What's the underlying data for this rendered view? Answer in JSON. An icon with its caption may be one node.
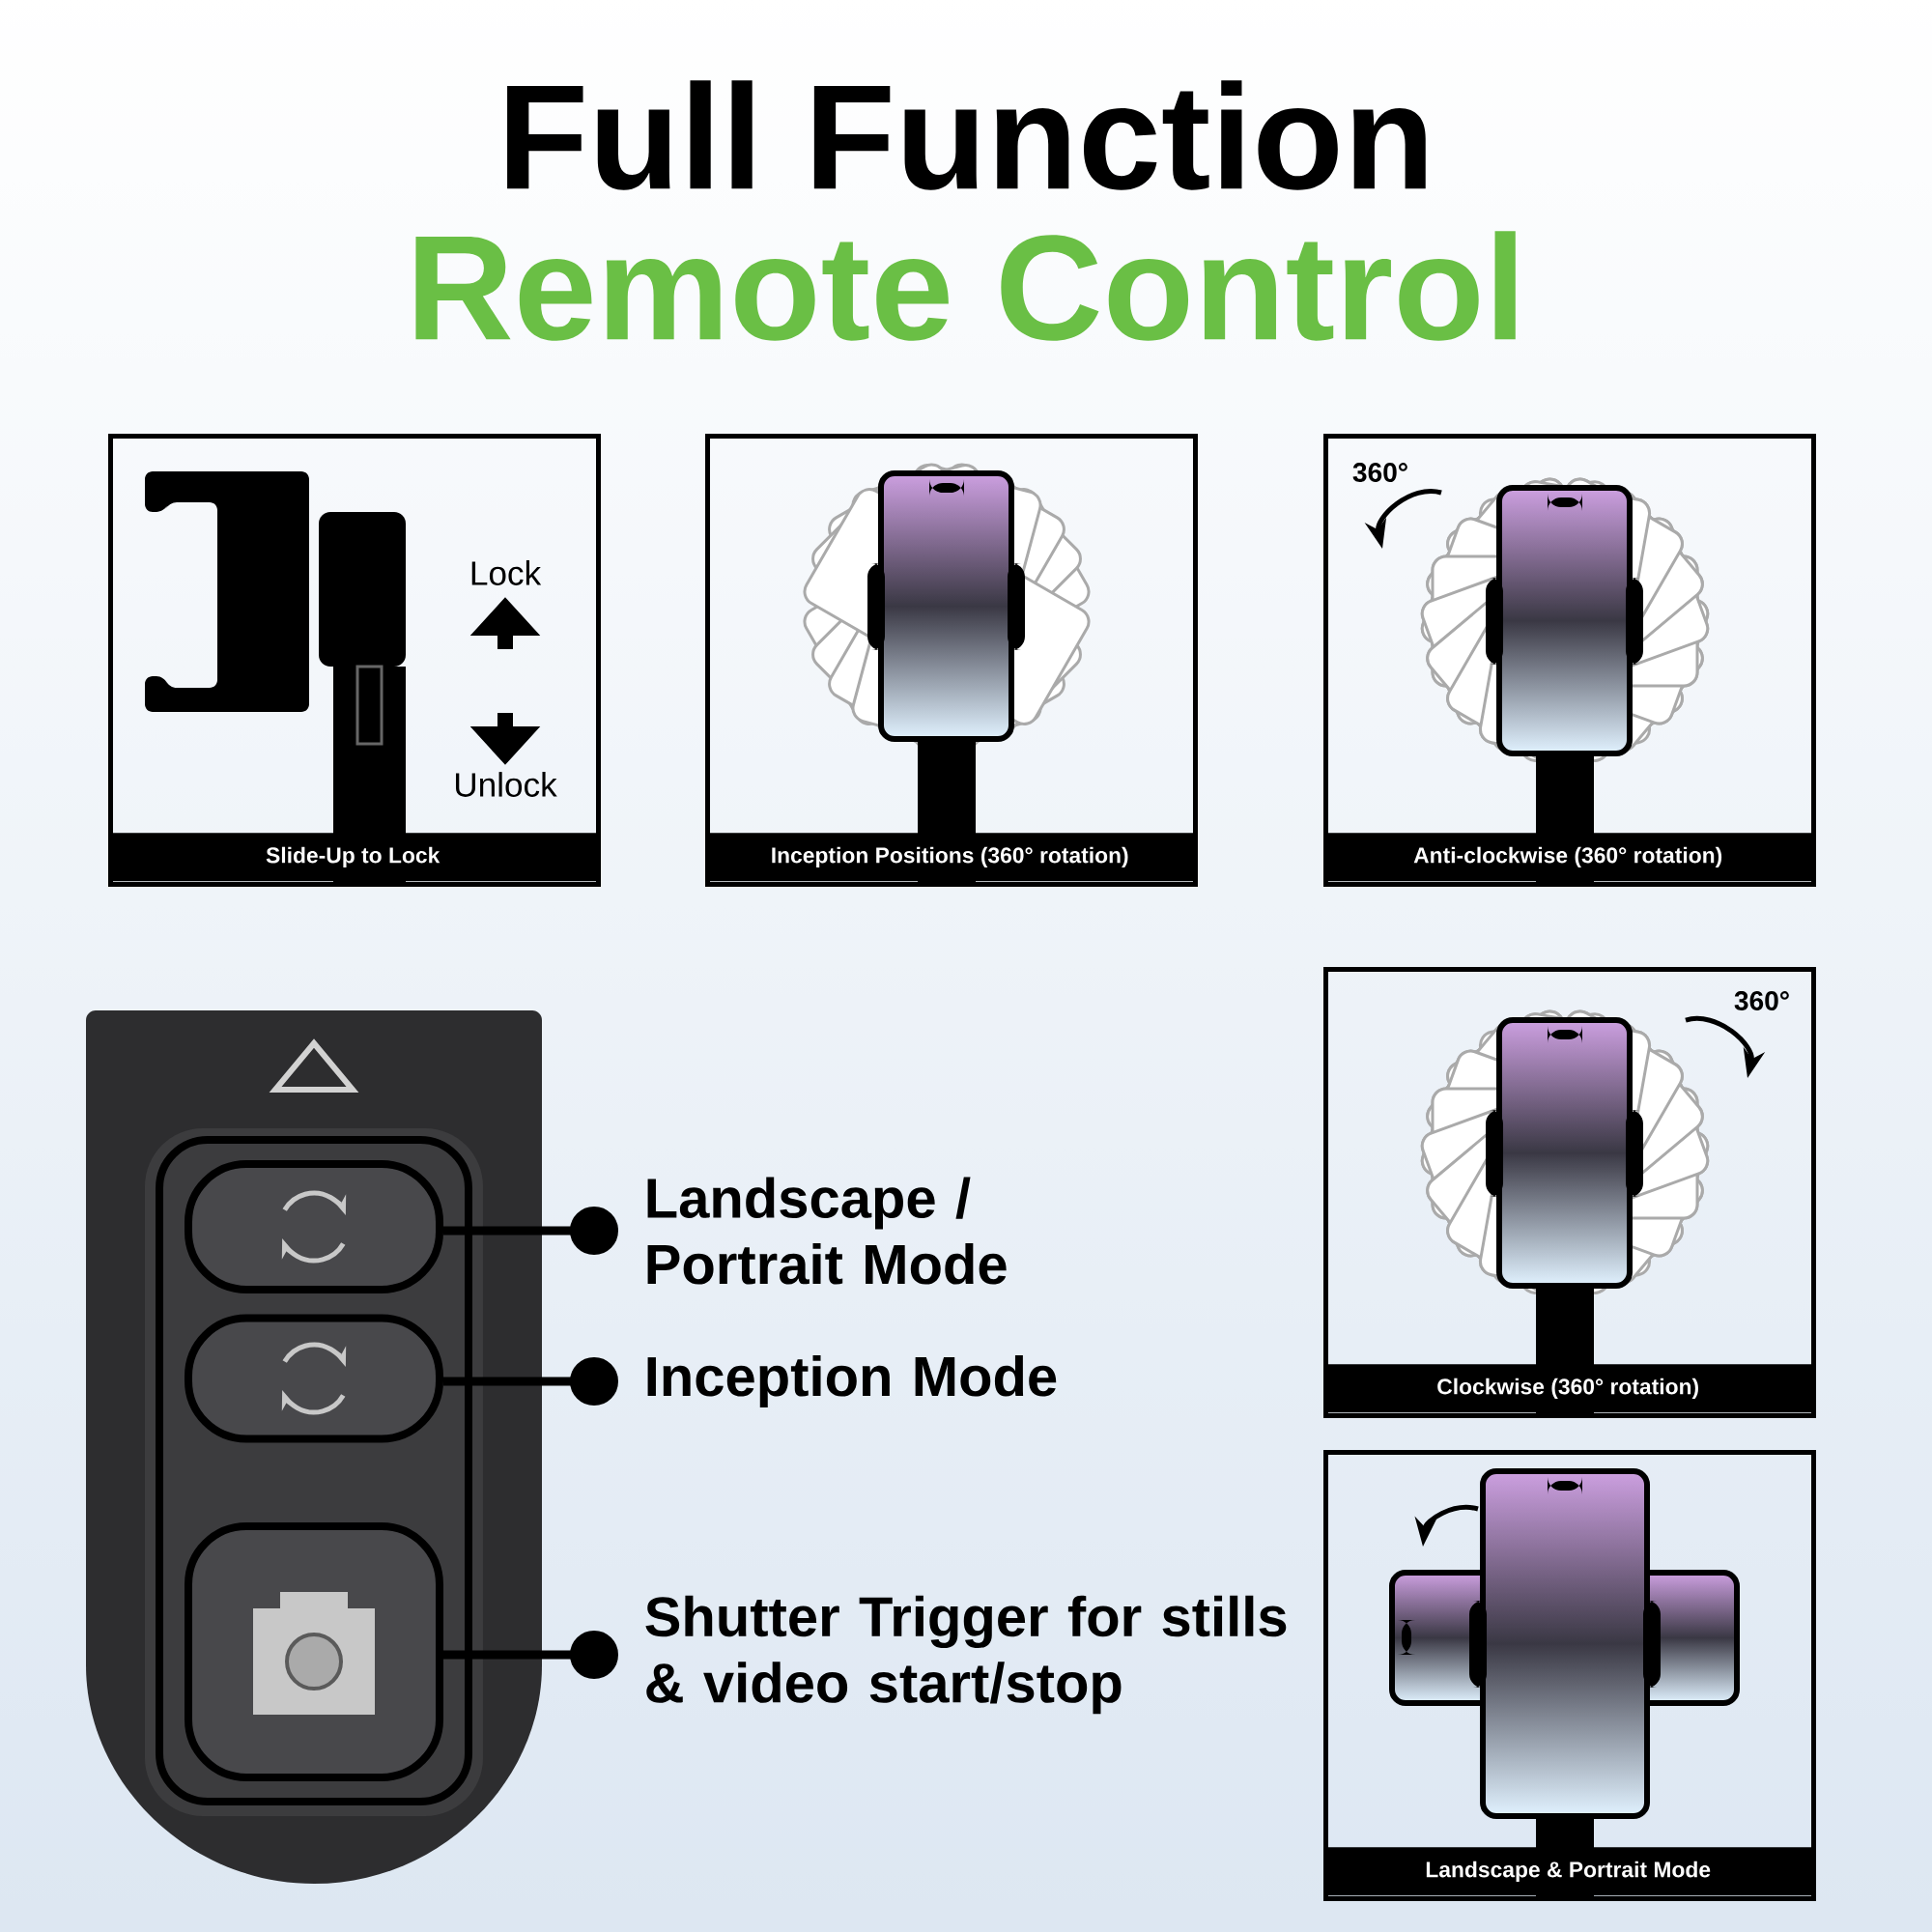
{
  "diagram": {
    "title": "Full Function",
    "nodes": [
      {
        "text": [
          "Slide-Up to Lock"
        ]
      },
      {
        "text": [
          "Inception Positions (360° rotation)"
        ]
      },
      {
        "text": [
          "Anti-clockwise (360° rotation)"
        ]
      },
      {
        "text": [
          "Clockwise (360° rotation)"
        ]
      },
      {
        "text": [
          "Landscape & Portrait Mode"
        ]
      },
      {
        "text": [],
        "shape": "picture"
      },
      {
        "text": [],
        "shape": "box",
        "in": 5
      },
      {
        "text": [],
        "shape": "box",
        "in": 5
      },
      {
        "text": [],
        "shape": "box",
        "in": 5
      },
      {
        "text": [
          "Landscape / Portrait Mode"
        ]
      },
      {
        "text": [
          "Inception Mode"
        ]
      },
      {
        "text": [
          "Shutter Trigger for stills & video start/stop"
        ]
      }
    ],
    "edges": [
      {
        "from": 9,
        "to": 6,
        "arrow": "other"
      },
      {
        "from": 10,
        "to": 7,
        "arrow": "other"
      },
      {
        "from": 11,
        "to": 8,
        "arrow": "other"
      }
    ],
    "labels": [
      "Remote Control",
      "Lock",
      "Unlock",
      "360°",
      "360°"
    ]
  }
}
